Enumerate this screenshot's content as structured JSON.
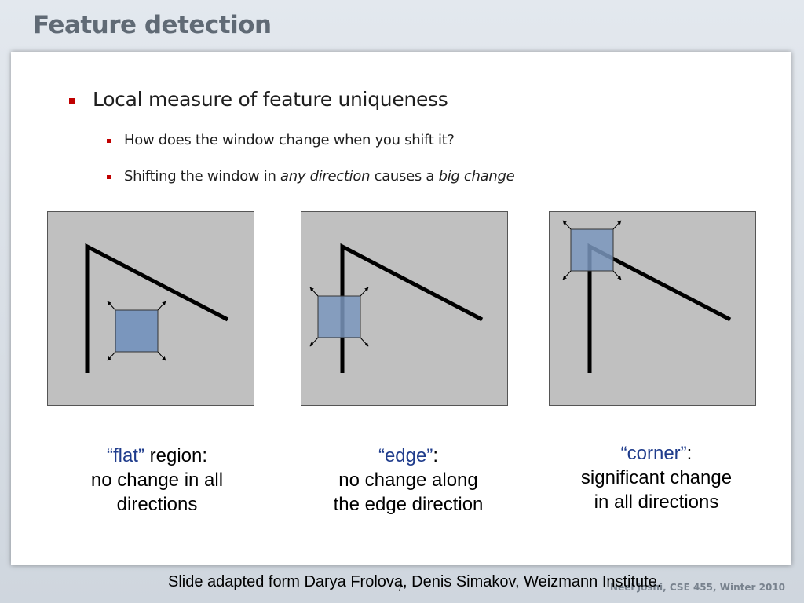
{
  "slide": {
    "title": "Feature detection"
  },
  "bullets": {
    "main": "Local measure of feature uniqueness",
    "sub1": "How does the window change when you shift it?",
    "sub2_pre": "Shifting the window in ",
    "sub2_em1": "any direction",
    "sub2_mid": " causes a ",
    "sub2_em2": "big change"
  },
  "captions": {
    "flat": {
      "term": "“flat”",
      "rest": " region:",
      "line2": "no change in all",
      "line3": "directions"
    },
    "edge": {
      "term": "“edge”",
      "rest": ":",
      "line2": "no change along",
      "line3": "the edge direction"
    },
    "corner": {
      "term": "“corner”",
      "rest": ":",
      "line2": "significant change",
      "line3": "in all directions"
    }
  },
  "footer": {
    "credit": "Slide adapted form Darya Frolova, Denis Simakov, Weizmann Institute.",
    "page_number": "7",
    "author": "Neel Joshi, CSE 455, Winter 2010"
  },
  "colors": {
    "bullet_marker": "#c00000",
    "term_blue": "#1f3c8c",
    "panel_gray": "#c0c0c0",
    "window_blue": "#7a96bd"
  }
}
